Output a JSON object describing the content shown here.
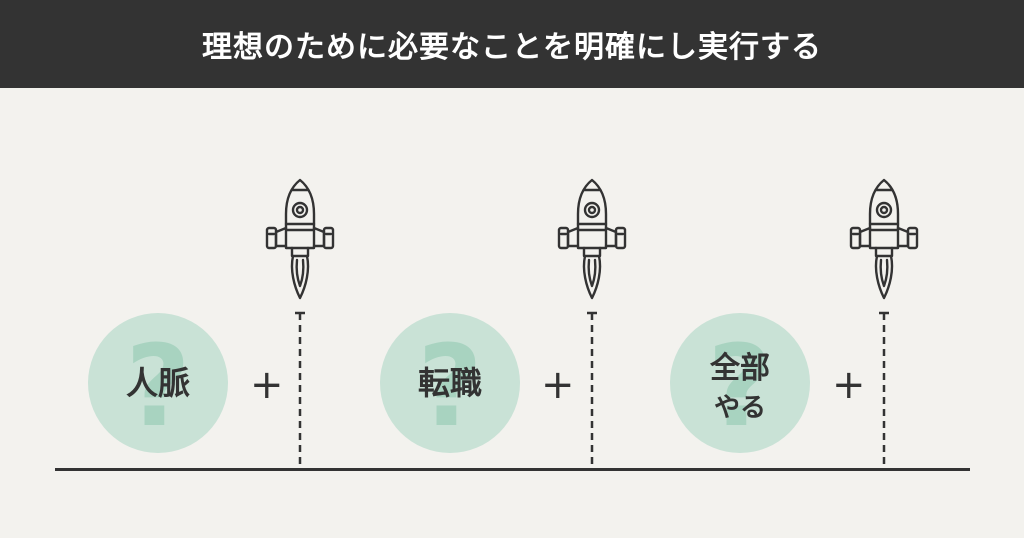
{
  "header": {
    "title": "理想のために必要なことを明確にし実行する"
  },
  "items": [
    {
      "label_line1": "人脈",
      "label_line2": "",
      "connector": "+"
    },
    {
      "label_line1": "転職",
      "label_line2": "",
      "connector": "+"
    },
    {
      "label_line1": "全部",
      "label_line2": "やる",
      "connector": "+"
    }
  ],
  "decor": {
    "question_mark": "?"
  },
  "colors": {
    "background": "#f3f2ee",
    "header_bg": "#333333",
    "circle_fill": "#c9e2d6",
    "question_mark": "#a8d3c0",
    "ink": "#333333"
  },
  "icons": [
    "rocket-icon",
    "question-mark-icon",
    "plus-icon"
  ]
}
